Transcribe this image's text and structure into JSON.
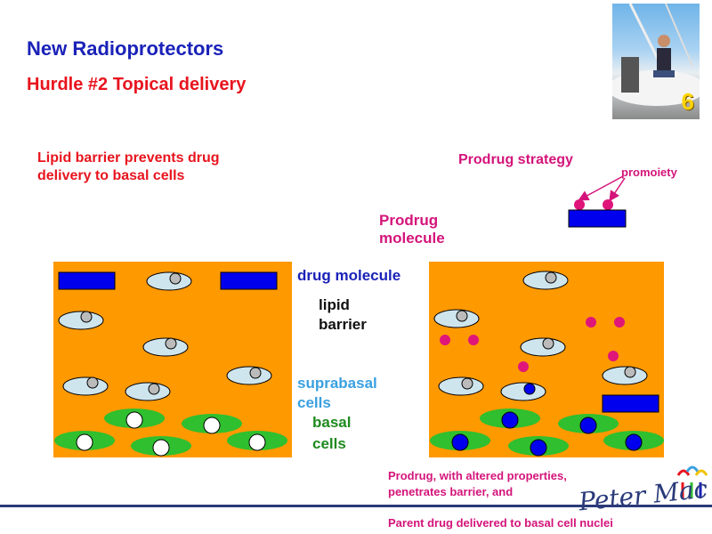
{
  "header": {
    "title": "New Radioprotectors",
    "subtitle": "Hurdle #2  Topical delivery"
  },
  "photo": {
    "number": "6"
  },
  "left": {
    "heading_line1": "Lipid barrier prevents drug",
    "heading_line2": "delivery to basal cells"
  },
  "right": {
    "heading": "Prodrug strategy",
    "promoiety": "promoiety",
    "prodrug_line1": "Prodrug",
    "prodrug_line2": "molecule"
  },
  "legend": {
    "drug_molecule": "drug molecule",
    "lipid_line1": "lipid",
    "lipid_line2": "barrier",
    "suprabasal_line1": "suprabasal",
    "suprabasal_line2": "cells",
    "basal_line1": "basal",
    "basal_line2": "cells"
  },
  "footer": {
    "line1": "Prodrug, with altered properties,",
    "line2": "penetrates barrier, and",
    "line3": "Parent drug delivered to basal cell nuclei",
    "logo_text": "Peter Mac"
  },
  "colors": {
    "background_tissue": "#ff9900",
    "drug": "#0000ee",
    "suprabasal_cell": "#cfe5ee",
    "basal_cell": "#2fbf2f",
    "promoiety": "#e0157a",
    "title": "#1a22b8",
    "subtitle": "#e8141e"
  }
}
